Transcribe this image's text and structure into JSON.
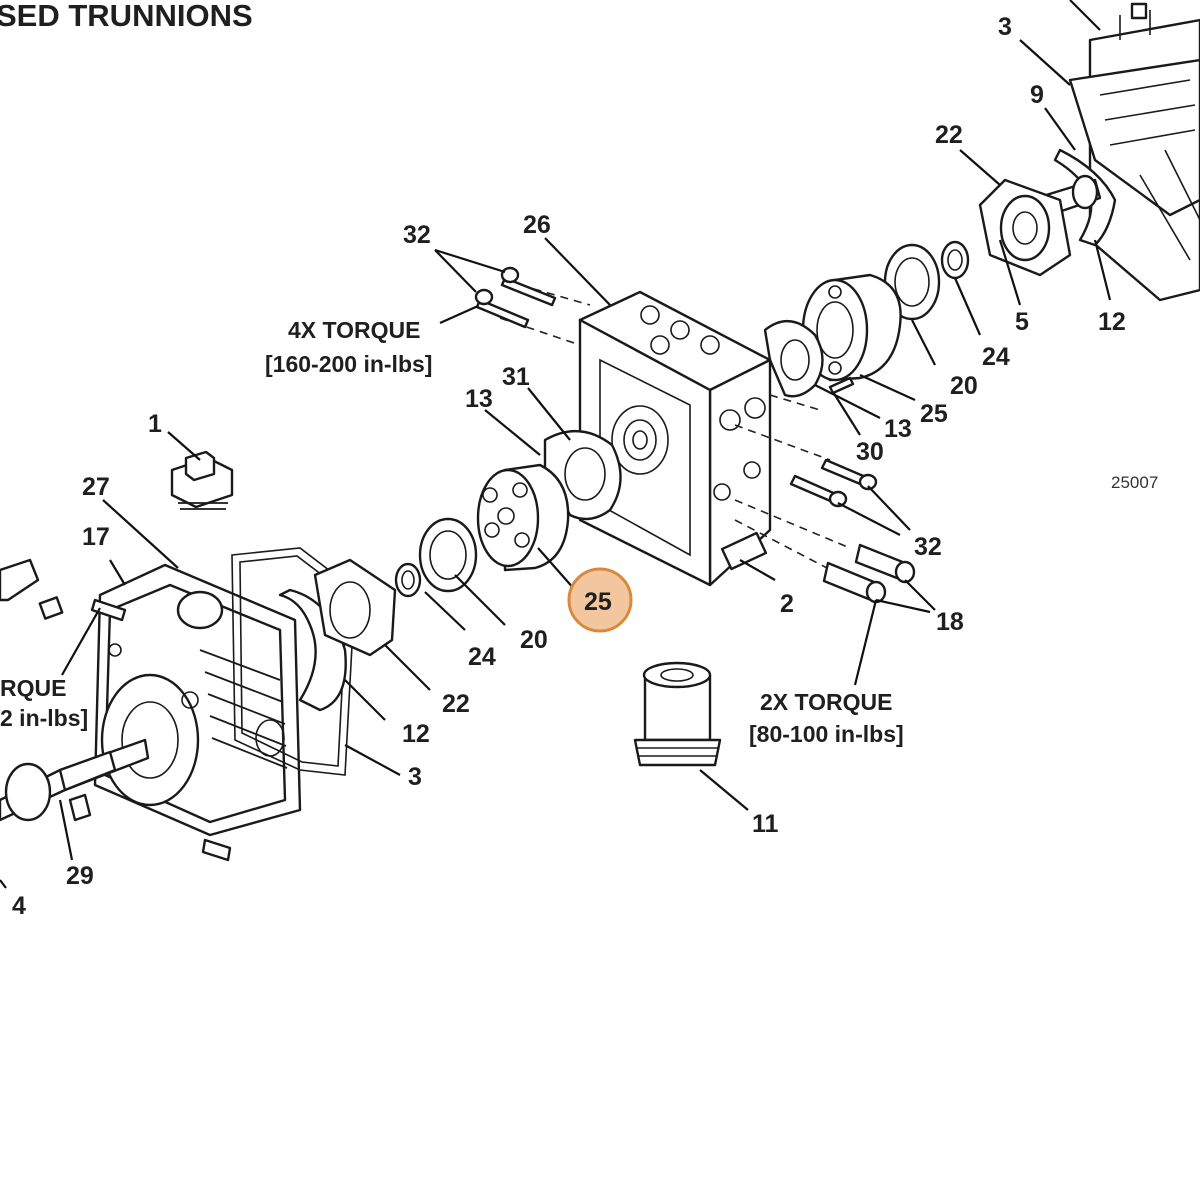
{
  "title": "SED TRUNNIONS",
  "figure_id": "25007",
  "highlighted_callout": "25",
  "highlight_color": "#f2c79f",
  "highlight_border": "#d9893c",
  "torque_notes": {
    "four_x": {
      "line1": "4X TORQUE",
      "line2": "[160-200 in-lbs]"
    },
    "two_x": {
      "line1": "2X TORQUE",
      "line2": "[80-100 in-lbs]"
    },
    "left": {
      "line1": "RQUE",
      "line2": "2 in-lbs]"
    }
  },
  "callouts": {
    "c32_top": "32",
    "c26": "26",
    "c31": "31",
    "c13_left": "13",
    "c1": "1",
    "c27": "27",
    "c17": "17",
    "c24_mid": "24",
    "c20_mid": "20",
    "c25_mid": "25",
    "c22_mid": "22",
    "c12_mid": "12",
    "c3_mid": "3",
    "c29": "29",
    "c4": "4",
    "c2": "2",
    "c18": "18",
    "c32_right": "32",
    "c11": "11",
    "c30": "30",
    "c13_right": "13",
    "c25_right": "25",
    "c20_right": "20",
    "c24_right": "24",
    "c5": "5",
    "c12_right": "12",
    "c22_right": "22",
    "c9": "9",
    "c3_top": "3"
  }
}
